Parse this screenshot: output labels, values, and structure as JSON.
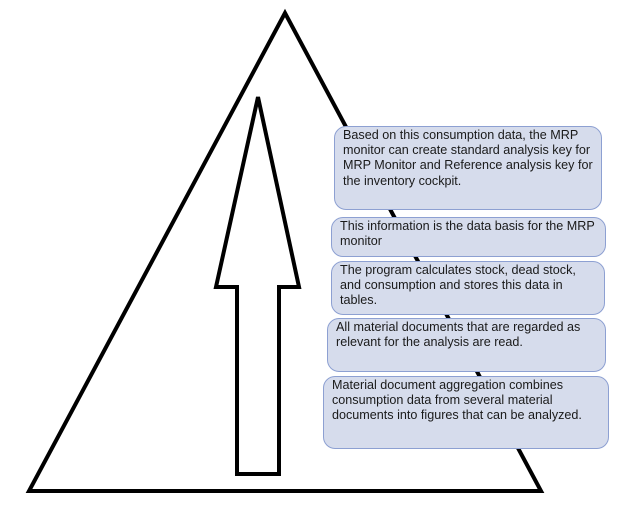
{
  "diagram": {
    "colors": {
      "outline": "#000000",
      "box_fill": "#d6dcec",
      "box_border": "#8da0d2"
    },
    "boxes": [
      {
        "text": "Based on this consumption  data, the MRP monitor  can create standard analysis key for MRP Monitor  and Reference analysis key for the inventory cockpit."
      },
      {
        "text": "This information is the data basis for the MRP monitor"
      },
      {
        "text": "The program calculates stock, dead stock, and consumption  and stores this data in tables."
      },
      {
        "text": "All material documents that are regarded as relevant for the  analysis are read."
      },
      {
        "text": "Material document  aggregation combines consumption  data from  several material documents into figures that can be analyzed."
      }
    ]
  }
}
